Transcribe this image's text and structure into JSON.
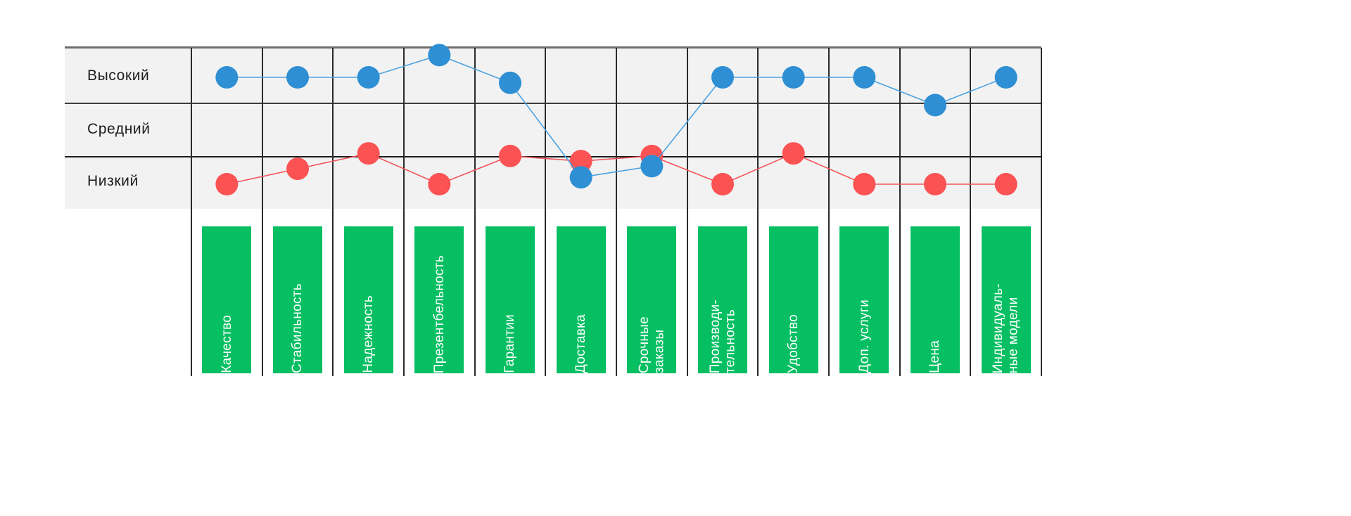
{
  "chart_data": {
    "type": "line",
    "title": "",
    "xlabel": "",
    "ylabel": "",
    "levels": [
      "Высокий",
      "Средний",
      "Низкий"
    ],
    "categories": [
      "Качество",
      "Стабильность",
      "Надежность",
      "Презентбельность",
      "Гарантии",
      "Доставка",
      "Срочные заказы",
      "Производительность",
      "Удобство",
      "Доп. услуги",
      "Цена",
      "Индивидуальные модели"
    ],
    "category_lines": [
      [
        "Качество"
      ],
      [
        "Стабильность"
      ],
      [
        "Надежность"
      ],
      [
        "Презентбельность"
      ],
      [
        "Гарантии"
      ],
      [
        "Доставка"
      ],
      [
        "Срочные",
        "заказы"
      ],
      [
        "Производи-",
        "тельность"
      ],
      [
        "Удобство"
      ],
      [
        "Доп. услуги"
      ],
      [
        "Цена"
      ],
      [
        "Индивидуаль-",
        "ные модели"
      ]
    ],
    "grid": true,
    "legend": "none",
    "series": [
      {
        "name": "blue",
        "color": "#2e8fd4",
        "line_color": "#4ba3e3",
        "levels": [
          "Высокий",
          "Высокий",
          "Высокий",
          "Высокий",
          "Высокий",
          "Средний",
          "Средний",
          "Высокий",
          "Высокий",
          "Высокий",
          "Высокий",
          "Высокий"
        ],
        "values": [
          3.0,
          3.0,
          3.0,
          3.2,
          2.95,
          2.1,
          2.2,
          3.0,
          3.0,
          3.0,
          2.75,
          3.0
        ]
      },
      {
        "name": "red",
        "color": "#fb5254",
        "line_color": "#f2555a",
        "levels": [
          "Низкий",
          "Низкий",
          "Средний",
          "Низкий",
          "Средний",
          "Средний",
          "Средний",
          "Низкий",
          "Средний",
          "Низкий",
          "Низкий",
          "Низкий"
        ],
        "values": [
          1.0,
          1.3,
          1.6,
          1.0,
          1.55,
          1.45,
          1.55,
          1.0,
          1.6,
          1.0,
          1.0,
          1.0
        ]
      }
    ],
    "colors": {
      "blue_marker": "#2e8fd4",
      "blue_line": "#4ba3e3",
      "red_marker": "#fb5254",
      "red_line": "#f2555a",
      "bar_green": "#06bf63",
      "band_bg": "#f2f2f2",
      "grid_line": "#2b2b2b",
      "page_bg": "#ffffff",
      "label_text": "#1d1d1d",
      "bar_text": "#ffffff"
    }
  }
}
